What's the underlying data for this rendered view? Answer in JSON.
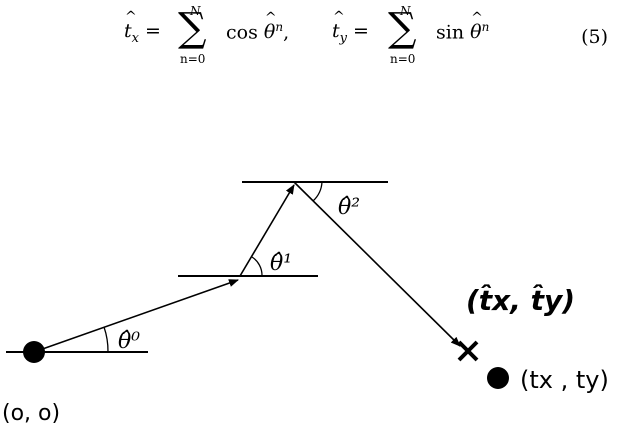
{
  "equation": {
    "lhs_x": "t̂_x",
    "rhs_x": "cos θ̂ⁿ",
    "lhs_y": "t̂_y",
    "rhs_y": "sin θ̂ⁿ",
    "sum_upper": "N",
    "sum_lower": "n=0",
    "number": "(5)"
  },
  "diagram": {
    "angle_labels": [
      "θ̂⁰",
      "θ̂¹",
      "θ̂²"
    ],
    "estimated_target_label": "(t̂x, t̂y)",
    "target_label": "(tx , ty)",
    "origin_label": "(o, o)"
  }
}
